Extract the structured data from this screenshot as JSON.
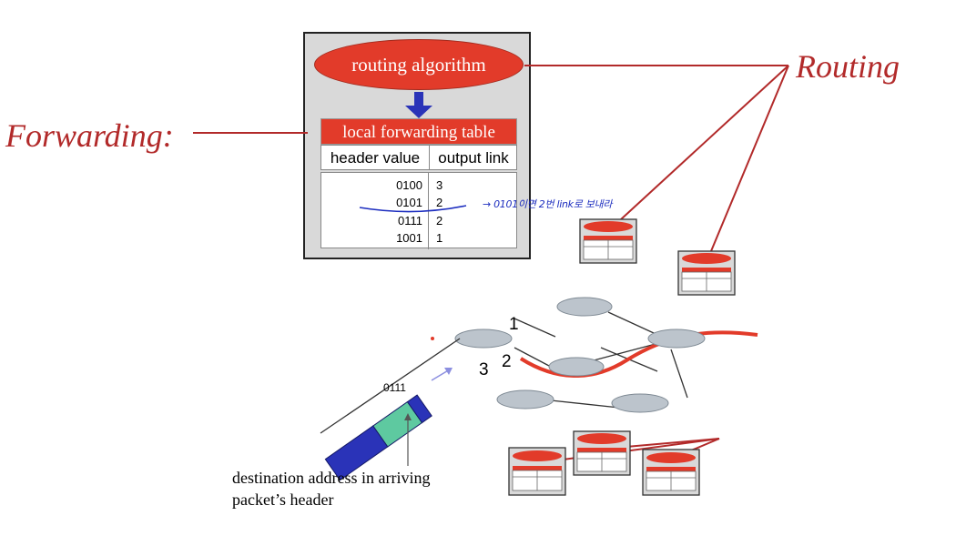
{
  "labels": {
    "forwarding": "Forwarding:",
    "routing": "Routing"
  },
  "router": {
    "algorithm": "routing algorithm",
    "table_title": "local forwarding table",
    "columns": [
      "header value",
      "output link"
    ],
    "rows": [
      {
        "header": "0100",
        "link": "3"
      },
      {
        "header": "0101",
        "link": "2"
      },
      {
        "header": "0111",
        "link": "2"
      },
      {
        "header": "1001",
        "link": "1"
      }
    ]
  },
  "annotation": "→ 0101이면 2번 link로 보내라",
  "network": {
    "link_labels": [
      "1",
      "2",
      "3"
    ],
    "packet_header": "0111"
  },
  "caption": {
    "line1": "destination address in arriving",
    "line2": "packet’s header"
  },
  "colors": {
    "red": "#e23b2a",
    "label_red": "#b22a2a",
    "node_gray": "#bcc4cc",
    "packet_blue": "#2a33b8",
    "packet_green": "#5ec9a0",
    "ink_blue": "#1c2dbf"
  }
}
